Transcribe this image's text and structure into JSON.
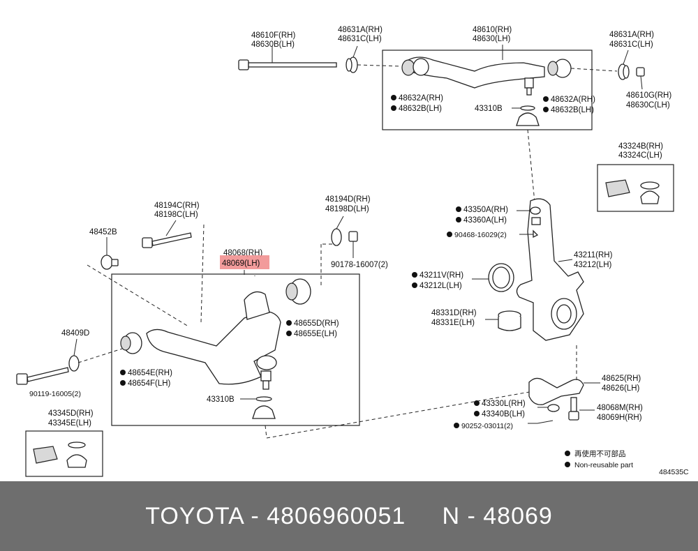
{
  "labels": {
    "l48610f": "48610F(RH)",
    "l48630b": "48630B(LH)",
    "l48631a_1": "48631A(RH)",
    "l48631c_1": "48631C(LH)",
    "l48610": "48610(RH)",
    "l48630": "48630(LH)",
    "l48631a_2": "48631A(RH)",
    "l48631c_2": "48631C(LH)",
    "l48632a_1": "48632A(RH)",
    "l48632b_1": "48632B(LH)",
    "l43310b_1": "43310B",
    "l48632a_2": "48632A(RH)",
    "l48632b_2": "48632B(LH)",
    "l48610g": "48610G(RH)",
    "l48630c": "48630C(LH)",
    "l43324b": "43324B(RH)",
    "l43324c": "43324C(LH)",
    "l48194c": "48194C(RH)",
    "l48198c": "48198C(LH)",
    "l48194d": "48194D(RH)",
    "l48198d": "48198D(LH)",
    "l48452b": "48452B",
    "l48068": "48068(RH)",
    "l48069": "48069(LH)",
    "l90178": "90178-16007(2)",
    "l43350a": "43350A(RH)",
    "l43360a": "43360A(LH)",
    "l90468": "90468-16029(2)",
    "l43211": "43211(RH)",
    "l43212": "43212(LH)",
    "l43211v": "43211V(RH)",
    "l43212l": "43212L(LH)",
    "l48655d": "48655D(RH)",
    "l48655e": "48655E(LH)",
    "l48331d": "48331D(RH)",
    "l48331e": "48331E(LH)",
    "l48409d": "48409D",
    "l48654e": "48654E(RH)",
    "l48654f": "48654F(LH)",
    "l90119": "90119-16005(2)",
    "l43310b_2": "43310B",
    "l48625": "48625(RH)",
    "l48626": "48626(LH)",
    "l43330l": "43330L(RH)",
    "l43340b": "43340B(LH)",
    "l48068m": "48068M(RH)",
    "l48069h": "48069H(RH)",
    "l90252": "90252-03011(2)",
    "l43345d": "43345D(RH)",
    "l43345e": "43345E(LH)"
  },
  "legend": {
    "reuse_jp": "再使用不可部品",
    "reuse_en": "Non-reusable part"
  },
  "ref_code": "484535C",
  "footer_text": "TOYOTA - 4806960051     N - 48069",
  "colors": {
    "highlight": "#f08a8a",
    "footer_bg": "#6e6e6e"
  }
}
